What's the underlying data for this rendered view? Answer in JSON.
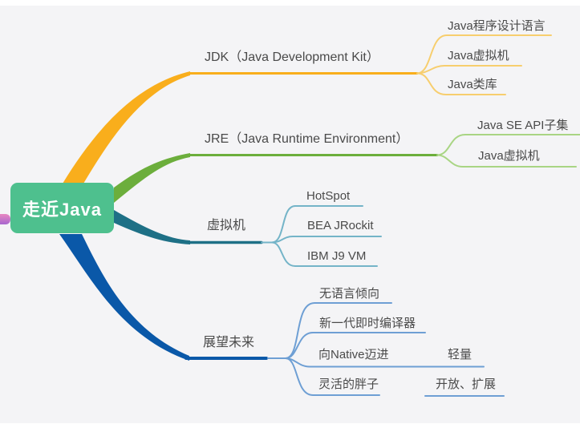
{
  "root": {
    "label": "走近Java"
  },
  "colors": {
    "background": "#f4f4f6",
    "root_fill": "#4ec08e",
    "root_text": "#ffffff",
    "label_text": "#4a4a4a",
    "jdk_main": "#f9ae1c",
    "jdk_light": "#f7ce6e",
    "jre_main": "#6cae3c",
    "jre_light": "#a9d584",
    "vm_main": "#1e7086",
    "vm_light": "#74b4c8",
    "future_main": "#0a58a8",
    "future_light": "#6e9fd4",
    "stub_pink": "#e887c0",
    "stub_purple": "#a866cf"
  },
  "branches": [
    {
      "label": "JDK（Java Development Kit）",
      "children": [
        {
          "label": "Java程序设计语言"
        },
        {
          "label": "Java虚拟机"
        },
        {
          "label": "Java类库"
        }
      ]
    },
    {
      "label": "JRE（Java Runtime Environment）",
      "children": [
        {
          "label": "Java SE API子集"
        },
        {
          "label": "Java虚拟机"
        }
      ]
    },
    {
      "label": "虚拟机",
      "children": [
        {
          "label": "HotSpot"
        },
        {
          "label": "BEA JRockit"
        },
        {
          "label": "IBM  J9 VM"
        }
      ]
    },
    {
      "label": "展望未来",
      "children": [
        {
          "label": "无语言倾向"
        },
        {
          "label": "新一代即时编译器"
        },
        {
          "label": "向Native迈进",
          "children": [
            {
              "label": "轻量"
            }
          ]
        },
        {
          "label": "灵活的胖子",
          "children": [
            {
              "label": "开放、扩展"
            }
          ]
        }
      ]
    }
  ]
}
